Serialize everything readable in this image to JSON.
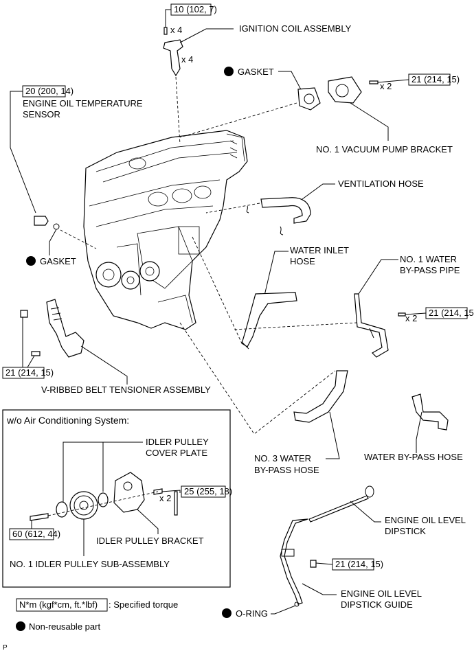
{
  "labels": {
    "ignition_coil": "IGNITION COIL ASSEMBLY",
    "gasket_top": "GASKET",
    "vacuum_bracket": "NO. 1 VACUUM PUMP BRACKET",
    "oil_temp_sensor_1": "ENGINE OIL TEMPERATURE",
    "oil_temp_sensor_2": "SENSOR",
    "ventilation_hose": "VENTILATION HOSE",
    "gasket_left": "GASKET",
    "water_inlet_1": "WATER INLET",
    "water_inlet_2": "HOSE",
    "bypass_pipe_1": "NO. 1 WATER",
    "bypass_pipe_2": "BY-PASS PIPE",
    "belt_tensioner": "V-RIBBED BELT TENSIONER ASSEMBLY",
    "no3_bypass_1": "NO. 3 WATER",
    "no3_bypass_2": "BY-PASS HOSE",
    "water_bypass": "WATER BY-PASS HOSE",
    "dipstick_1": "ENGINE OIL LEVEL",
    "dipstick_2": "DIPSTICK",
    "dipstick_guide_1": "ENGINE OIL LEVEL",
    "dipstick_guide_2": "DIPSTICK GUIDE",
    "o_ring": "O-RING"
  },
  "torques": {
    "ignition_bolt": "10 (102, 7)",
    "oil_temp_sensor": "20 (200, 14)",
    "vacuum_bracket": "21 (214, 15)",
    "bypass_pipe": "21 (214, 15)",
    "tensioner": "21 (214, 15)",
    "dipstick_guide": "21 (214, 15)",
    "idler_bracket": "25 (255, 18)",
    "idler_pulley": "60 (612, 44)"
  },
  "quantities": {
    "ignition_bolt": "x 4",
    "ignition_coil": "x 4",
    "vacuum_bracket": "x 2",
    "bypass_pipe": "x 2",
    "idler_bracket": "x 2"
  },
  "inset": {
    "title": "w/o Air Conditioning System:",
    "cover_plate_1": "IDLER PULLEY",
    "cover_plate_2": "COVER PLATE",
    "idler_bracket": "IDLER PULLEY BRACKET",
    "idler_pulley": "NO. 1 IDLER PULLEY SUB-ASSEMBLY"
  },
  "legend": {
    "torque_key": "N*m (kgf*cm, ft.*lbf)",
    "torque_desc": ": Specified torque",
    "nonreusable": "Non-reusable part"
  },
  "footer_mark": "P"
}
